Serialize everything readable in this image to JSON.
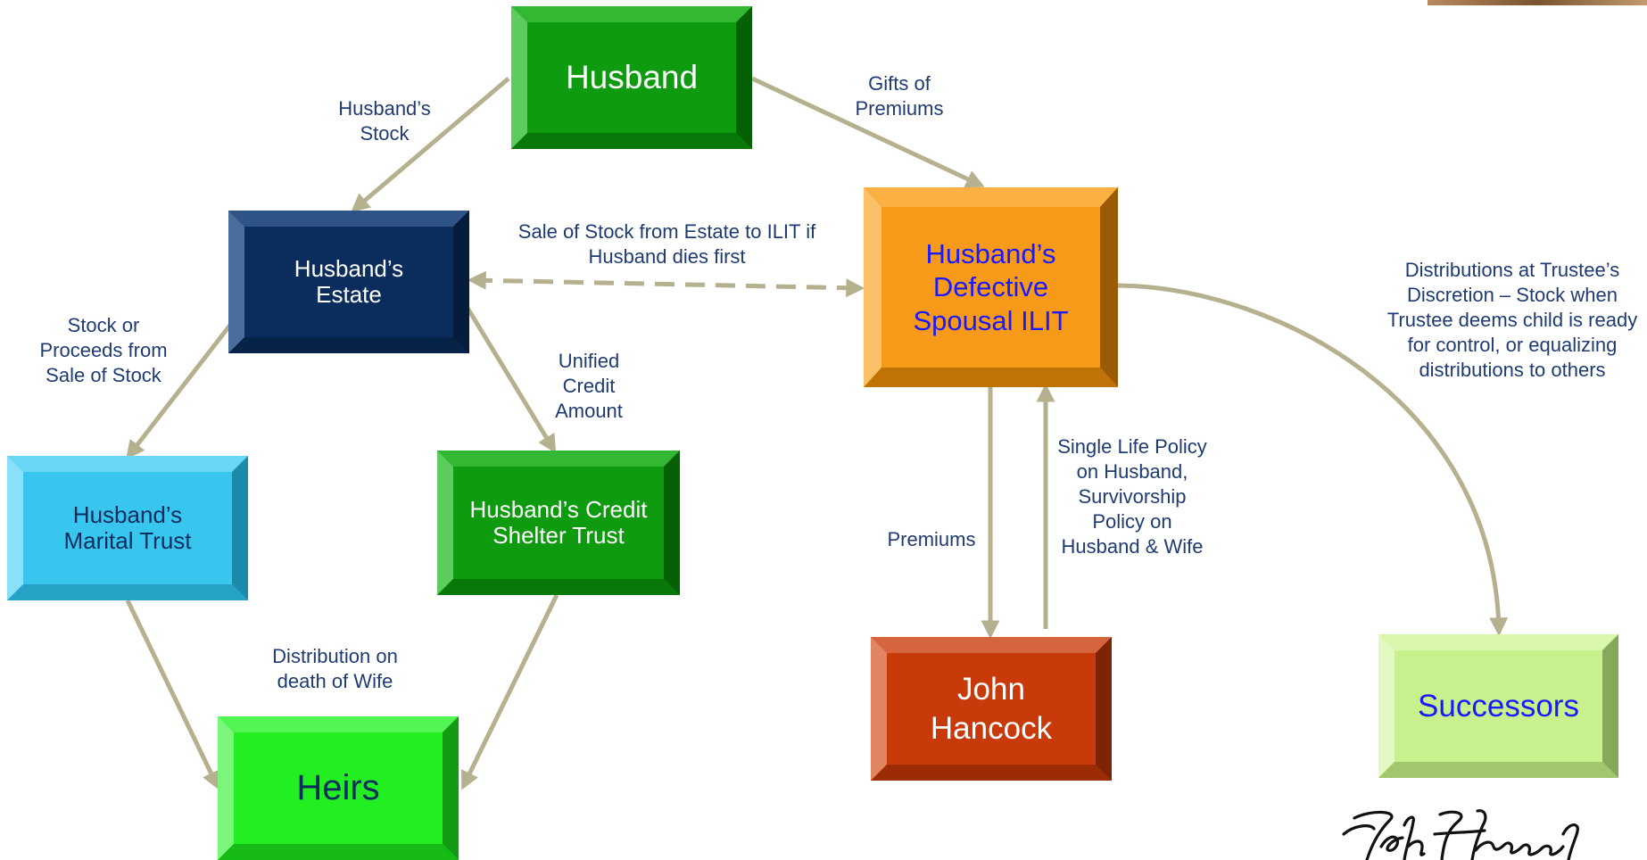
{
  "nodes": {
    "husband": {
      "label": "Husband",
      "color": "#0f9b0f",
      "text_color": "#ffffff"
    },
    "estate": {
      "label": "Husband’s Estate",
      "color": "#0a2d5e",
      "text_color": "#ffffff"
    },
    "ilit": {
      "label": "Husband’s Defective Spousal ILIT",
      "color": "#f79a1a",
      "text_color": "#1a1aff"
    },
    "marital": {
      "label": "Husband’s Marital Trust",
      "color": "#38c6ef",
      "text_color": "#0a2d5e"
    },
    "credit_shelter": {
      "label": "Husband’s Credit Shelter Trust",
      "color": "#0f9b0f",
      "text_color": "#ffffff"
    },
    "heirs": {
      "label": "Heirs",
      "color": "#22ee22",
      "text_color": "#0a2d5e"
    },
    "john_hancock": {
      "label": "John Hancock",
      "color": "#c83a0a",
      "text_color": "#ffffff"
    },
    "successors": {
      "label": "Successors",
      "color": "#c8f08c",
      "text_color": "#1a1aff"
    }
  },
  "edge_labels": {
    "husbands_stock": "Husband’s Stock",
    "gifts_of_premiums": "Gifts of Premiums",
    "sale_of_stock": "Sale of Stock from Estate to ILIT if Husband dies first",
    "stock_or_proceeds": "Stock or Proceeds from Sale of Stock",
    "unified_credit": "Unified Credit Amount",
    "distribution_death_wife": "Distribution on death of Wife",
    "premiums": "Premiums",
    "policy": "Single Life Policy on Husband, Survivorship Policy on Husband & Wife",
    "distributions": "Distributions at Trustee’s Discretion – Stock when Trustee deems child is ready for control, or equalizing distributions to others"
  },
  "colors": {
    "arrow": "#b5b08e",
    "label_text": "#1f3b73"
  },
  "logo": {
    "signature": "John Hancock"
  }
}
